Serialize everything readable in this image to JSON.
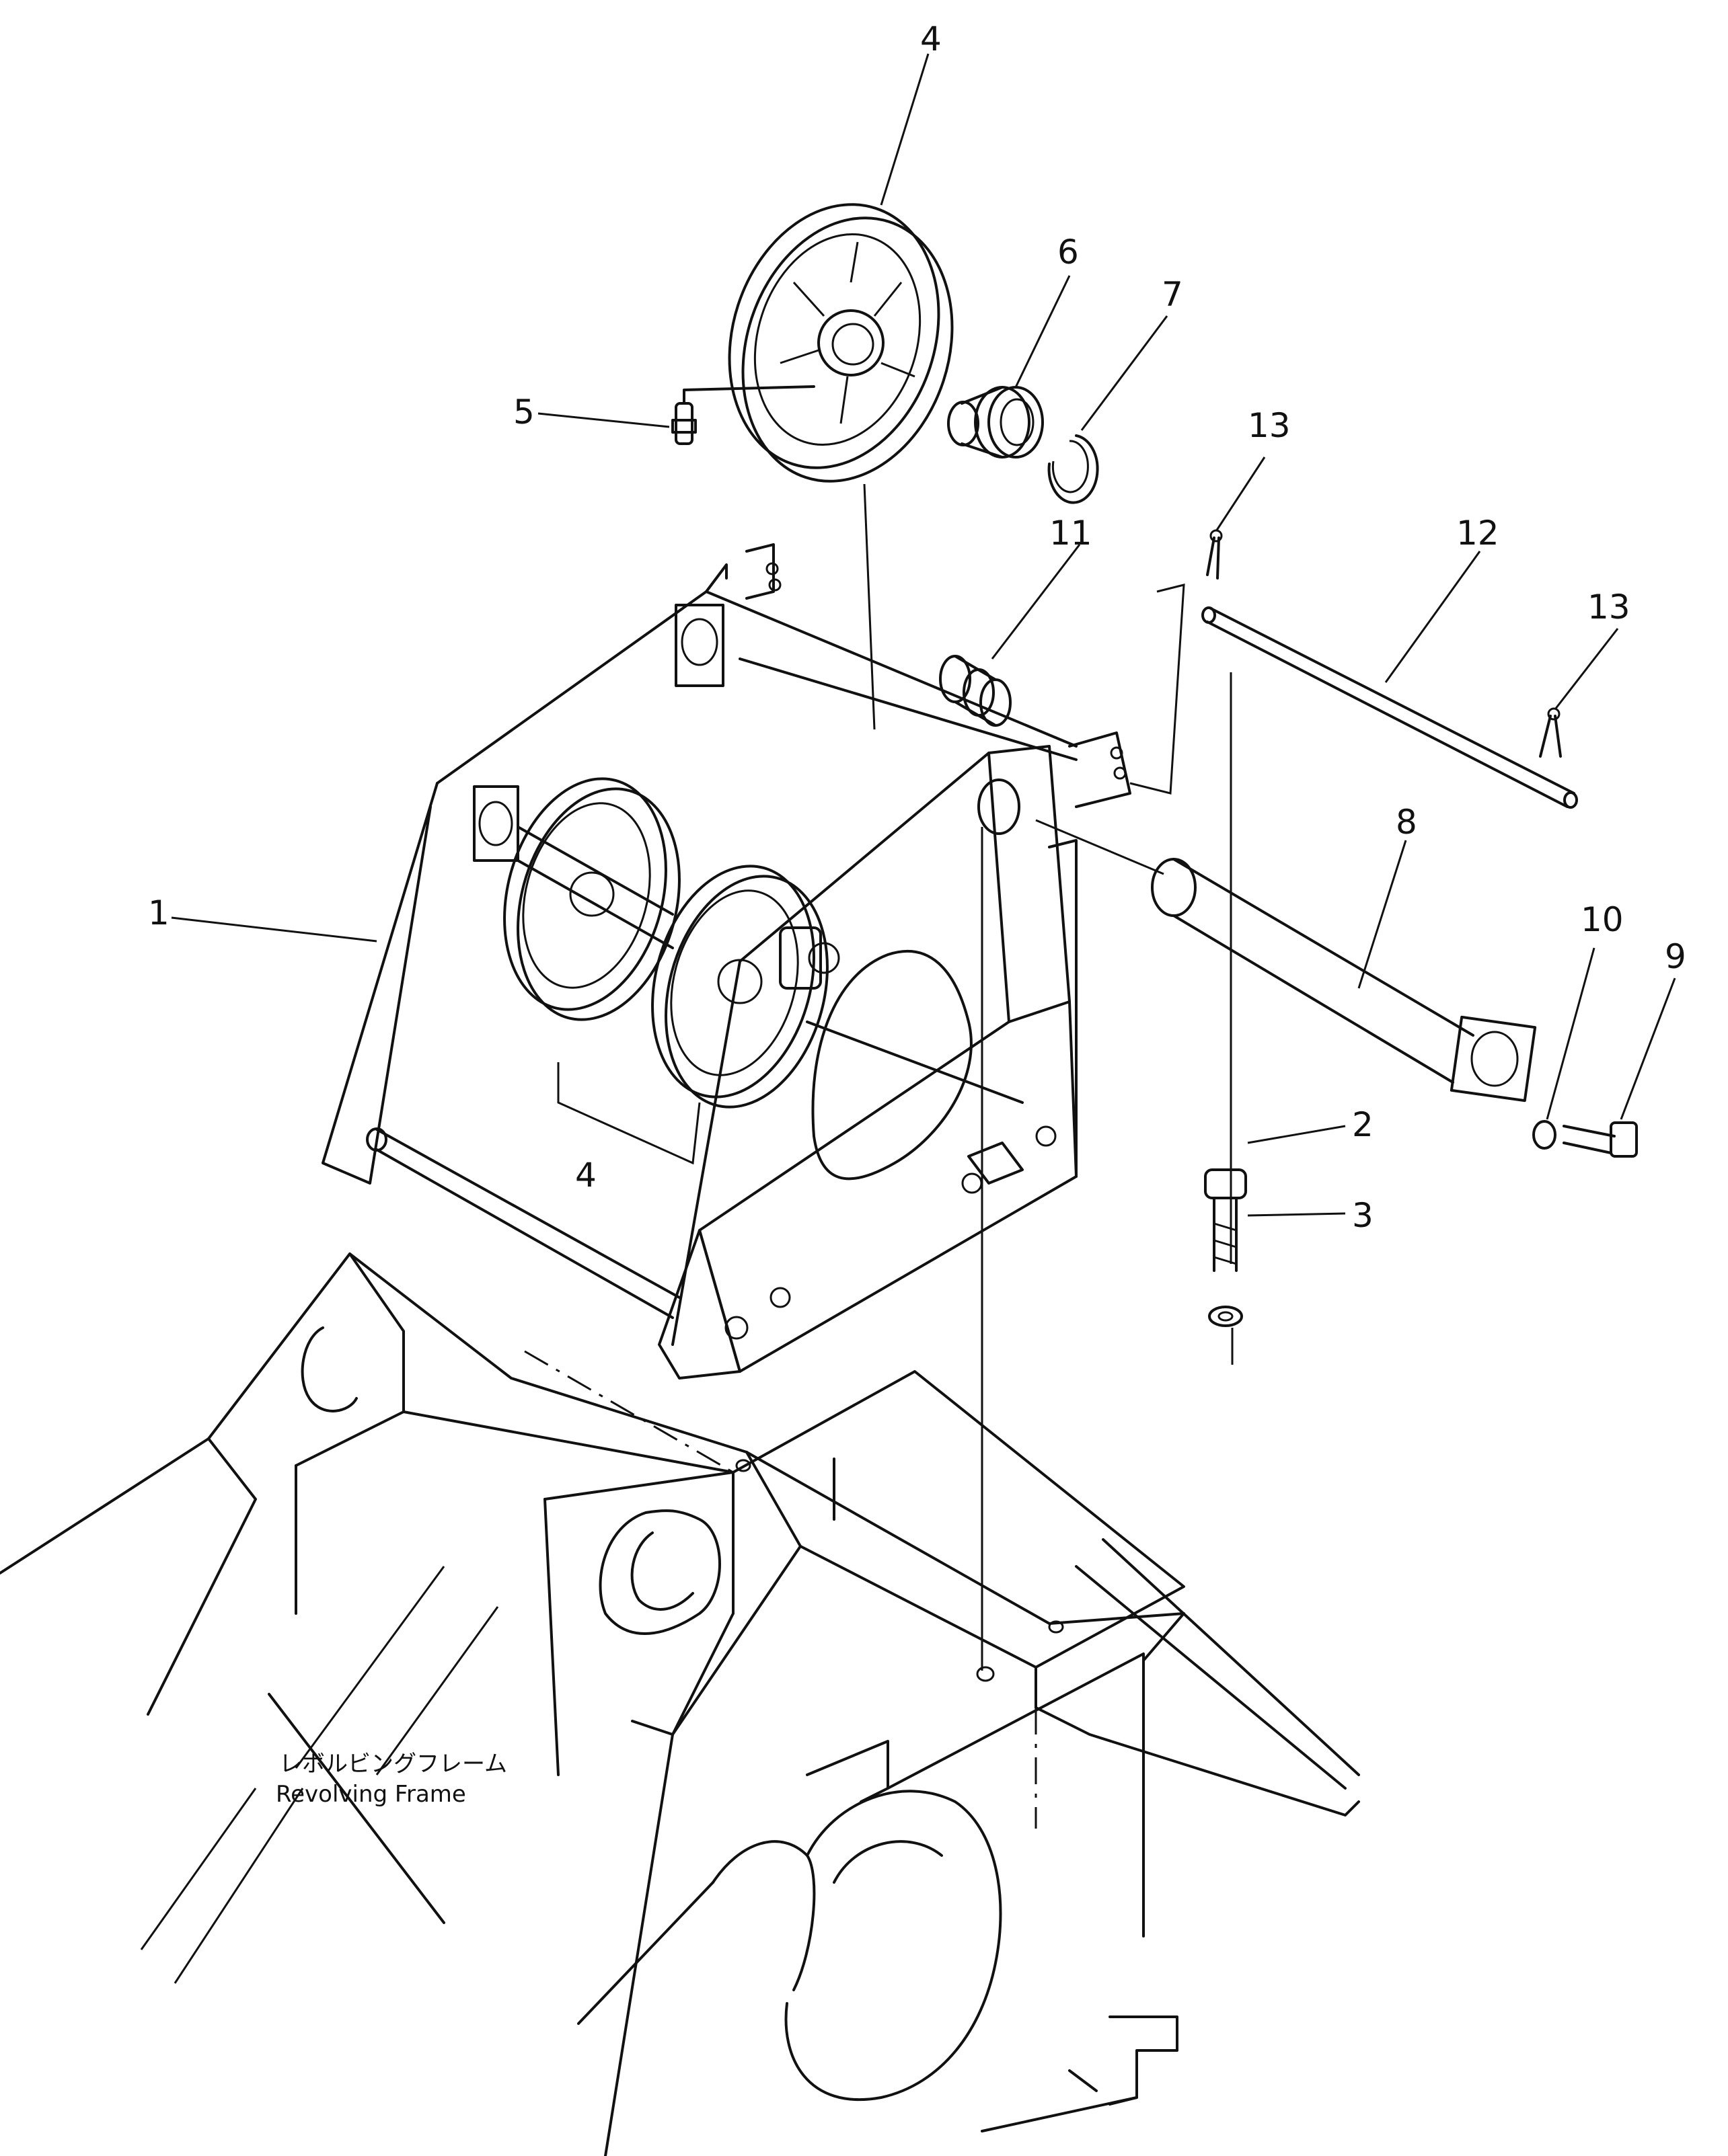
{
  "callouts": [
    {
      "id": "4-top",
      "text": "4"
    },
    {
      "id": "6",
      "text": "6"
    },
    {
      "id": "7",
      "text": "7"
    },
    {
      "id": "5",
      "text": "5"
    },
    {
      "id": "13-left",
      "text": "13"
    },
    {
      "id": "11",
      "text": "11"
    },
    {
      "id": "12",
      "text": "12"
    },
    {
      "id": "13-right",
      "text": "13"
    },
    {
      "id": "1",
      "text": "1"
    },
    {
      "id": "8",
      "text": "8"
    },
    {
      "id": "10",
      "text": "10"
    },
    {
      "id": "9",
      "text": "9"
    },
    {
      "id": "2",
      "text": "2"
    },
    {
      "id": "3",
      "text": "3"
    },
    {
      "id": "4-bottom",
      "text": "4"
    }
  ],
  "frame_label": {
    "japanese": "レボルビングフレーム",
    "english": "Revolving  Frame"
  }
}
